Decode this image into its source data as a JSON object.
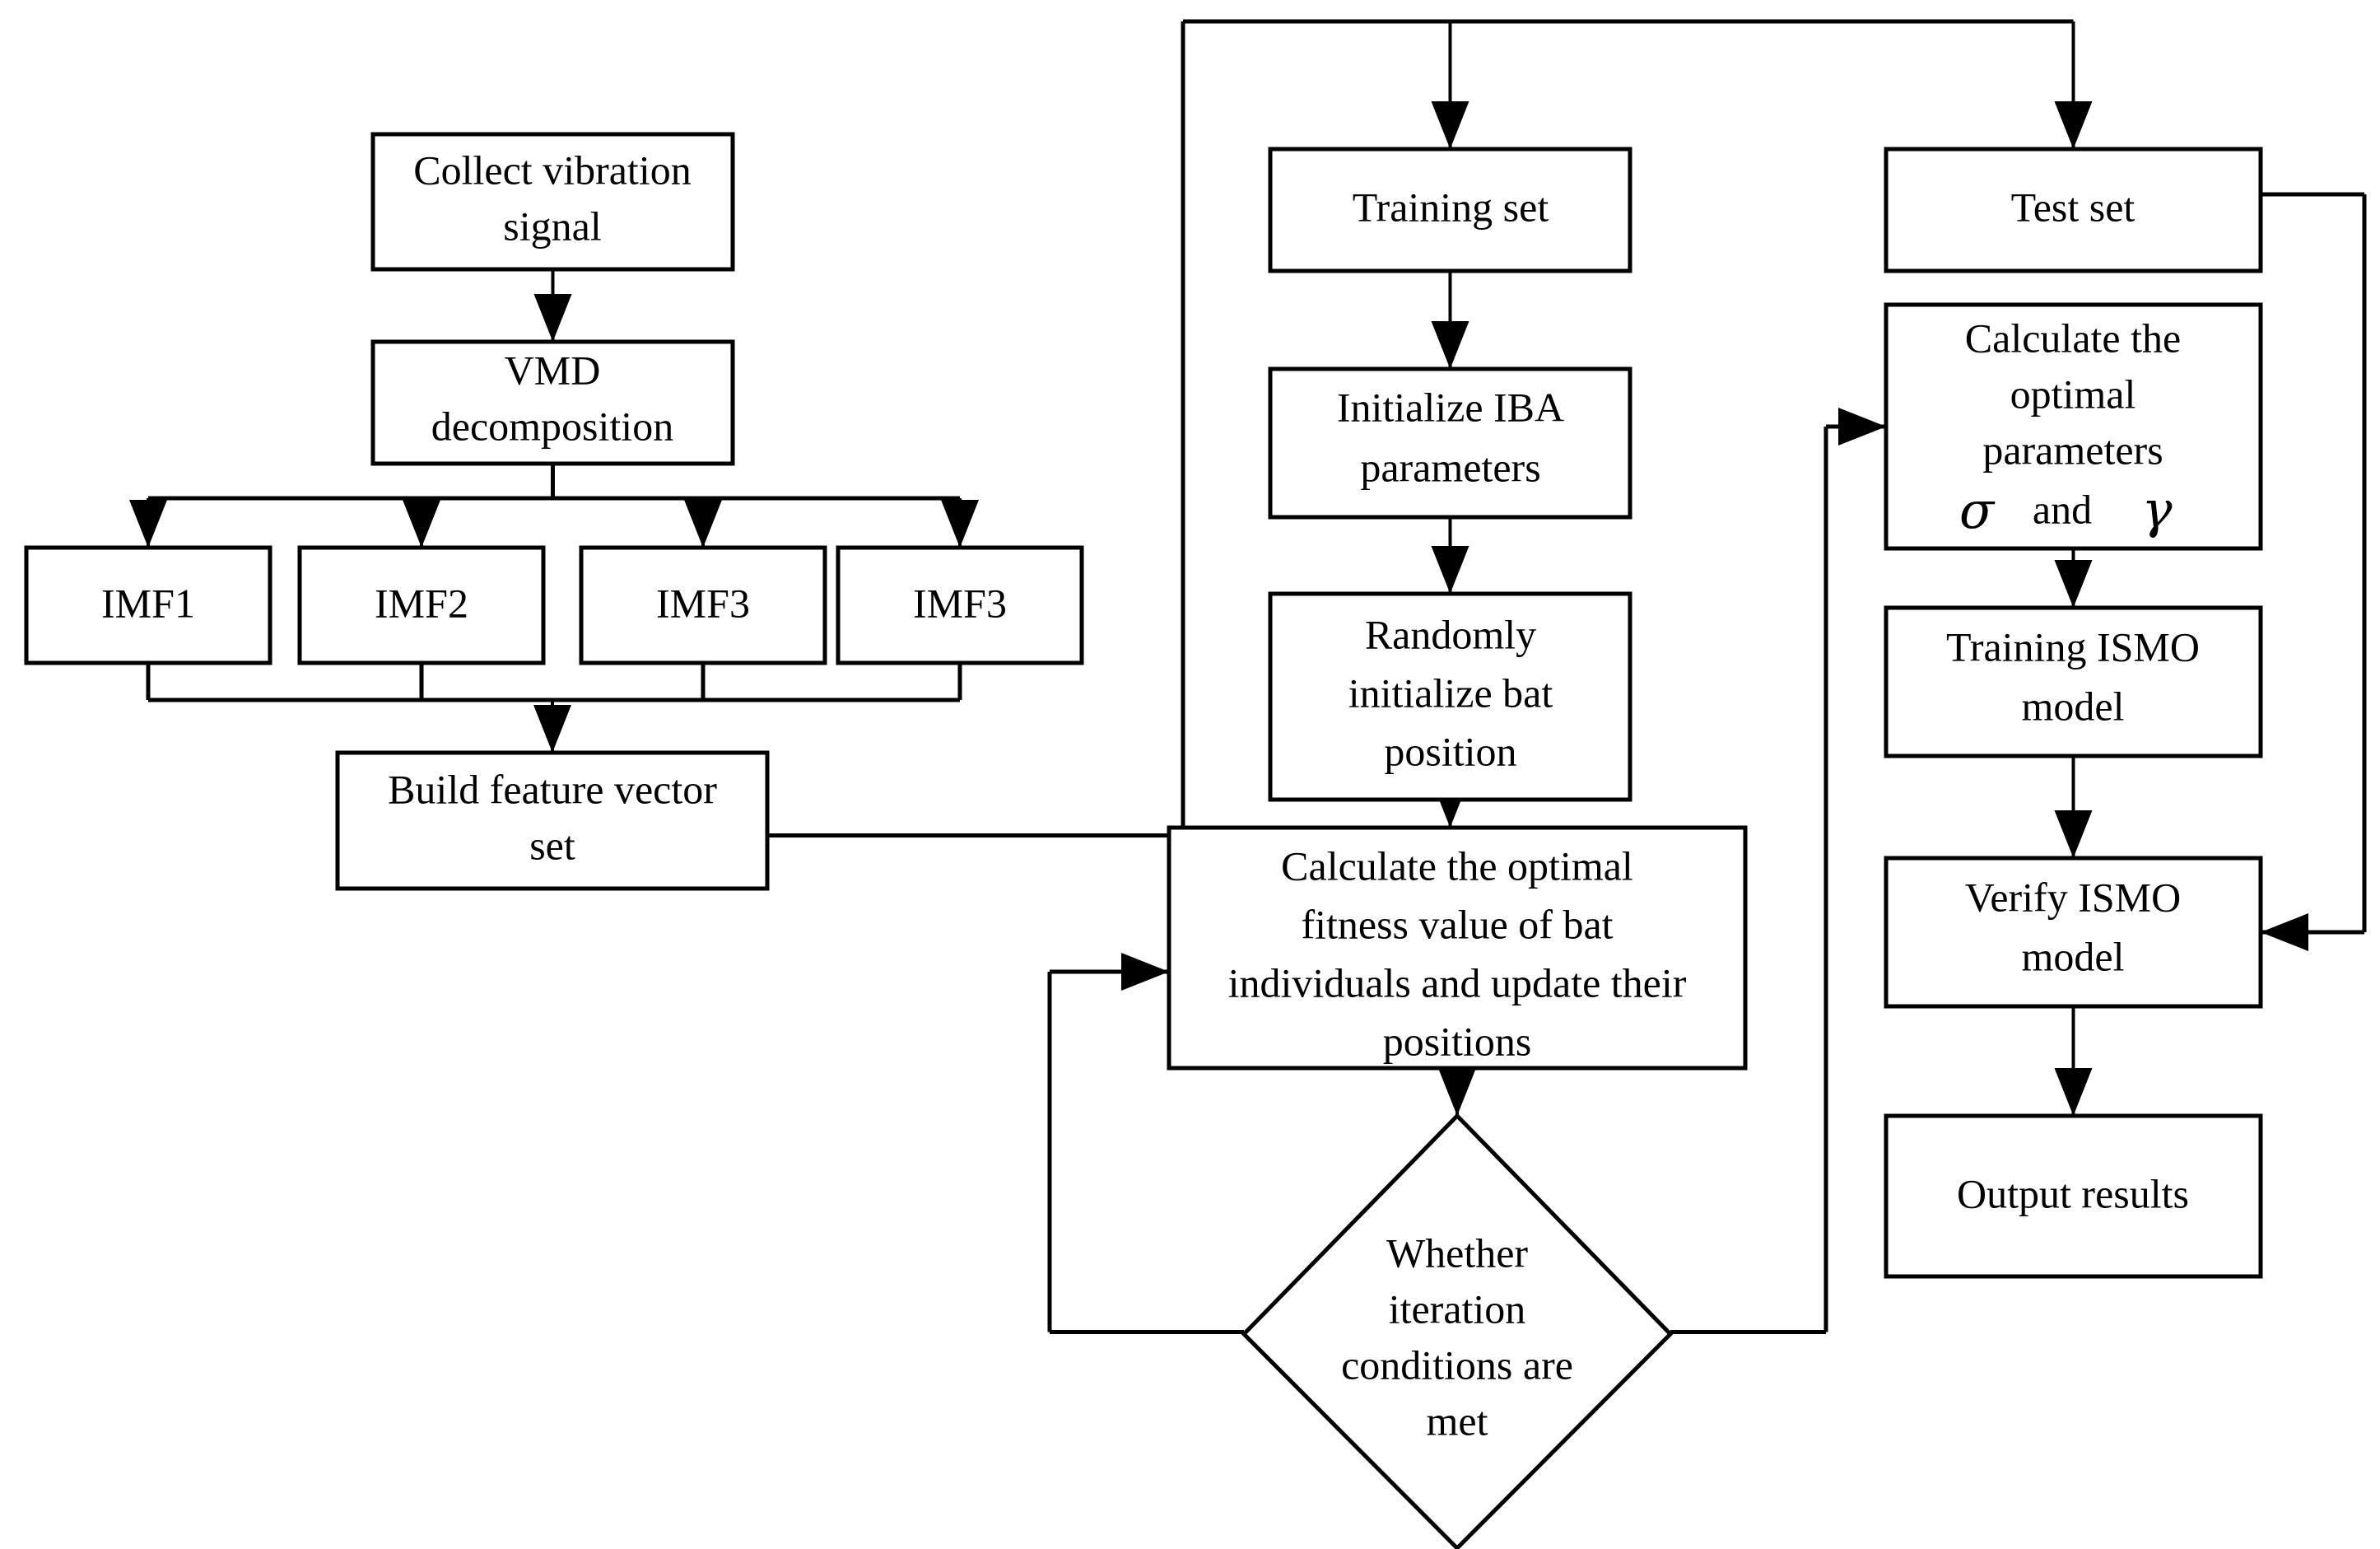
{
  "diagram": {
    "title": "VMD-IBA-ISMO fault diagnosis flowchart",
    "stroke_color": "#000000",
    "fill_color": "#ffffff",
    "nodes": {
      "collect_signal": {
        "lines": [
          "Collect vibration",
          "signal"
        ],
        "shape": "rect"
      },
      "vmd_decomposition": {
        "lines": [
          "VMD",
          "decomposition"
        ],
        "shape": "rect"
      },
      "imf1": {
        "lines": [
          "IMF1"
        ],
        "shape": "rect"
      },
      "imf2": {
        "lines": [
          "IMF2"
        ],
        "shape": "rect"
      },
      "imf3": {
        "lines": [
          "IMF3"
        ],
        "shape": "rect"
      },
      "imf4": {
        "lines": [
          "IMF3"
        ],
        "shape": "rect"
      },
      "build_feature_vector": {
        "lines": [
          "Build feature vector",
          "set"
        ],
        "shape": "rect"
      },
      "training_set": {
        "lines": [
          "Training set"
        ],
        "shape": "rect"
      },
      "initialize_iba": {
        "lines": [
          "Initialize IBA",
          "parameters"
        ],
        "shape": "rect"
      },
      "randomly_initialize_bat": {
        "lines": [
          "Randomly",
          "initialize bat",
          "position"
        ],
        "shape": "rect"
      },
      "calculate_fitness": {
        "lines": [
          "Calculate the optimal",
          "fitness value of bat",
          "individuals and update their",
          "positions"
        ],
        "shape": "rect"
      },
      "iteration_decision": {
        "lines": [
          "Whether",
          "iteration",
          "conditions are",
          "met"
        ],
        "shape": "diamond"
      },
      "test_set": {
        "lines": [
          "Test set"
        ],
        "shape": "rect"
      },
      "calculate_optimal_params": {
        "lines": [
          "Calculate the",
          "optimal",
          "parameters"
        ],
        "symbol_line": {
          "sigma": "σ",
          "and": "and",
          "gamma": "γ"
        },
        "shape": "rect"
      },
      "training_ismo": {
        "lines": [
          "Training ISMO",
          "model"
        ],
        "shape": "rect"
      },
      "verify_ismo": {
        "lines": [
          "Verify ISMO",
          "model"
        ],
        "shape": "rect"
      },
      "output_results": {
        "lines": [
          "Output results"
        ],
        "shape": "rect"
      }
    },
    "edges": [
      {
        "from": "collect_signal",
        "to": "vmd_decomposition"
      },
      {
        "from": "vmd_decomposition",
        "to": "imf1"
      },
      {
        "from": "vmd_decomposition",
        "to": "imf2"
      },
      {
        "from": "vmd_decomposition",
        "to": "imf3"
      },
      {
        "from": "vmd_decomposition",
        "to": "imf4"
      },
      {
        "from": "imf1",
        "to": "build_feature_vector"
      },
      {
        "from": "imf2",
        "to": "build_feature_vector"
      },
      {
        "from": "imf3",
        "to": "build_feature_vector"
      },
      {
        "from": "imf4",
        "to": "build_feature_vector"
      },
      {
        "from": "build_feature_vector",
        "to": "training_set"
      },
      {
        "from": "build_feature_vector",
        "to": "test_set"
      },
      {
        "from": "training_set",
        "to": "initialize_iba"
      },
      {
        "from": "initialize_iba",
        "to": "randomly_initialize_bat"
      },
      {
        "from": "randomly_initialize_bat",
        "to": "calculate_fitness"
      },
      {
        "from": "calculate_fitness",
        "to": "iteration_decision"
      },
      {
        "from": "iteration_decision",
        "to": "calculate_fitness",
        "label": "loop back (left)"
      },
      {
        "from": "iteration_decision",
        "to": "calculate_optimal_params",
        "label": "exit (right)"
      },
      {
        "from": "test_set",
        "to": "verify_ismo"
      },
      {
        "from": "calculate_optimal_params",
        "to": "training_ismo"
      },
      {
        "from": "training_ismo",
        "to": "verify_ismo"
      },
      {
        "from": "verify_ismo",
        "to": "output_results"
      }
    ]
  }
}
